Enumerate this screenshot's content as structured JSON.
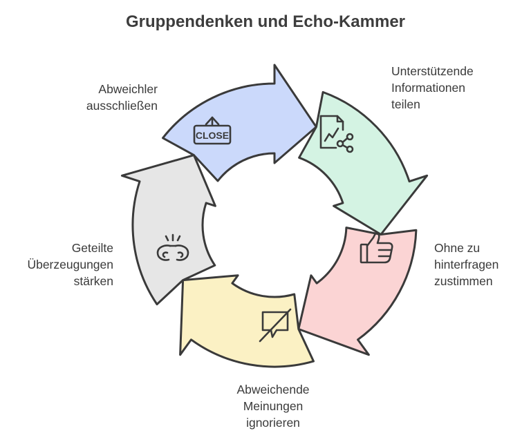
{
  "title": "Gruppendenken und Echo-Kammer",
  "steps": [
    {
      "id": "share",
      "lines": [
        "Unterstützende",
        "Informationen",
        "teilen"
      ],
      "color": "#cbd9fb",
      "icon": "chart-share-icon"
    },
    {
      "id": "agree",
      "lines": [
        "Ohne zu",
        "hinterfragen",
        "zustimmen"
      ],
      "color": "#d4f3e3",
      "icon": "thumbs-up-icon"
    },
    {
      "id": "ignore",
      "lines": [
        "Abweichende",
        "Meinungen",
        "ignorieren"
      ],
      "color": "#fbd4d4",
      "icon": "no-comment-icon"
    },
    {
      "id": "strengthen",
      "lines": [
        "Geteilte",
        "Überzeugungen",
        "stärken"
      ],
      "color": "#fbf1c4",
      "icon": "brain-bond-icon"
    },
    {
      "id": "exclude",
      "lines": [
        "Abweichler",
        "ausschließen"
      ],
      "color": "#e6e6e6",
      "icon": "close-sign-icon"
    }
  ],
  "close_sign_text": "CLOSE",
  "outline_color": "#3a3a3a"
}
